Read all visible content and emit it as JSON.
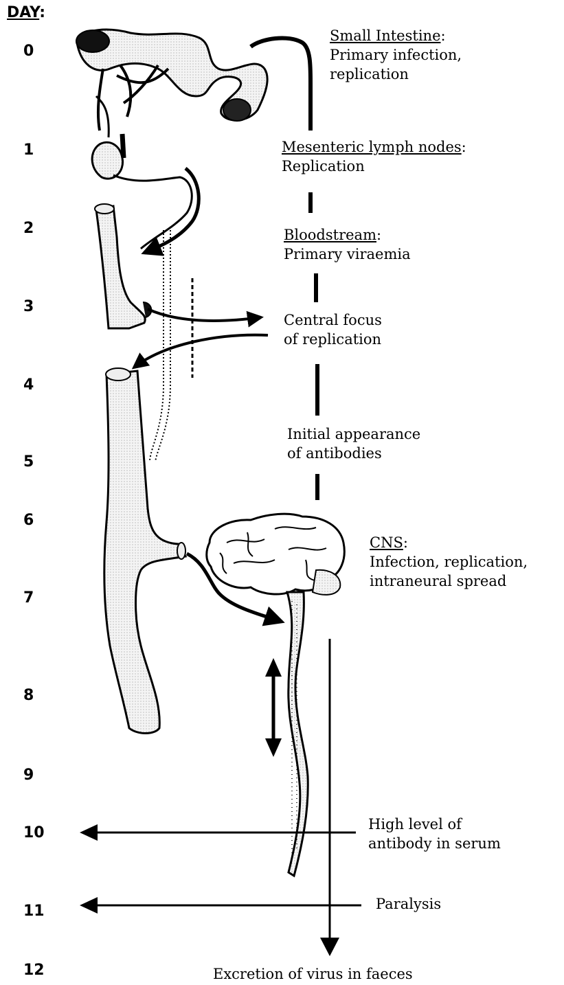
{
  "header": {
    "label": "DAY",
    "suffix": ":"
  },
  "days": [
    "0",
    "1",
    "2",
    "3",
    "4",
    "5",
    "6",
    "7",
    "8",
    "9",
    "10",
    "11",
    "12"
  ],
  "stages": {
    "small_intestine": {
      "title": "Small Intestine",
      "suffix": ":",
      "lines": [
        "Primary infection,",
        "replication"
      ]
    },
    "lymph_nodes": {
      "title": "Mesenteric lymph nodes",
      "suffix": ":",
      "lines": [
        "Replication"
      ]
    },
    "bloodstream": {
      "title": "Bloodstream",
      "suffix": ":",
      "lines": [
        "Primary viraemia"
      ]
    },
    "central_focus": {
      "lines": [
        "Central focus",
        "of replication"
      ]
    },
    "antibodies": {
      "lines": [
        "Initial appearance",
        "of antibodies"
      ]
    },
    "cns": {
      "title": "CNS",
      "suffix": ":",
      "lines": [
        "Infection, replication,",
        "intraneural spread"
      ]
    },
    "high_antibody": {
      "lines": [
        "High level of",
        "antibody in serum"
      ]
    },
    "paralysis": {
      "lines": [
        "Paralysis"
      ]
    },
    "excretion": {
      "lines": [
        "Excretion of virus in faeces"
      ]
    }
  }
}
